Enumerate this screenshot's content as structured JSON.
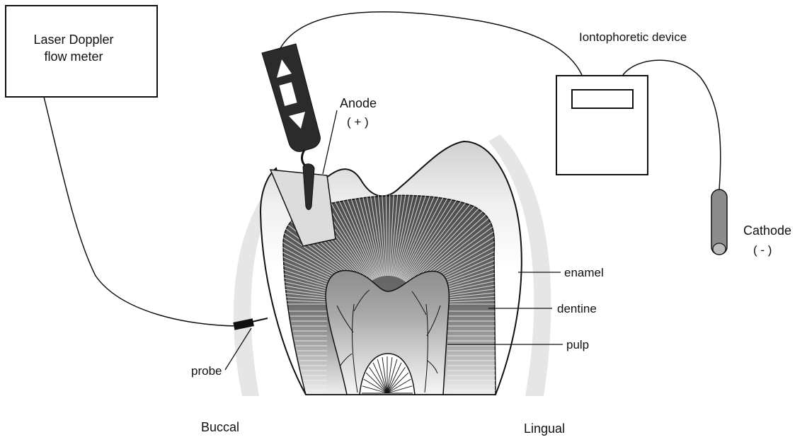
{
  "labels": {
    "flow_meter_line1": "Laser Doppler",
    "flow_meter_line2": "flow meter",
    "iontophoretic_device": "Iontophoretic device",
    "anode": "Anode",
    "anode_sign": "( + )",
    "cathode": "Cathode",
    "cathode_sign": "( - )",
    "enamel": "enamel",
    "dentine": "dentine",
    "pulp": "pulp",
    "probe": "probe",
    "buccal": "Buccal",
    "lingual": "Lingual"
  },
  "colors": {
    "line": "#111111",
    "probe_handle": "#2b2b2b",
    "periodontium": "#e6e6e6",
    "enamel_fill": "#ffffff",
    "dentine_dark": "#4a4a4a",
    "dentine_light": "#e2e2e2",
    "pulp_mid": "#9a9a9a",
    "pulp_light": "#f2f2f2",
    "anode_sponge": "#dcdcdc",
    "cathode_fill": "#8c8c8c"
  },
  "icons": [
    "arrow-up-icon",
    "rectangle-icon",
    "arrow-down-icon"
  ]
}
